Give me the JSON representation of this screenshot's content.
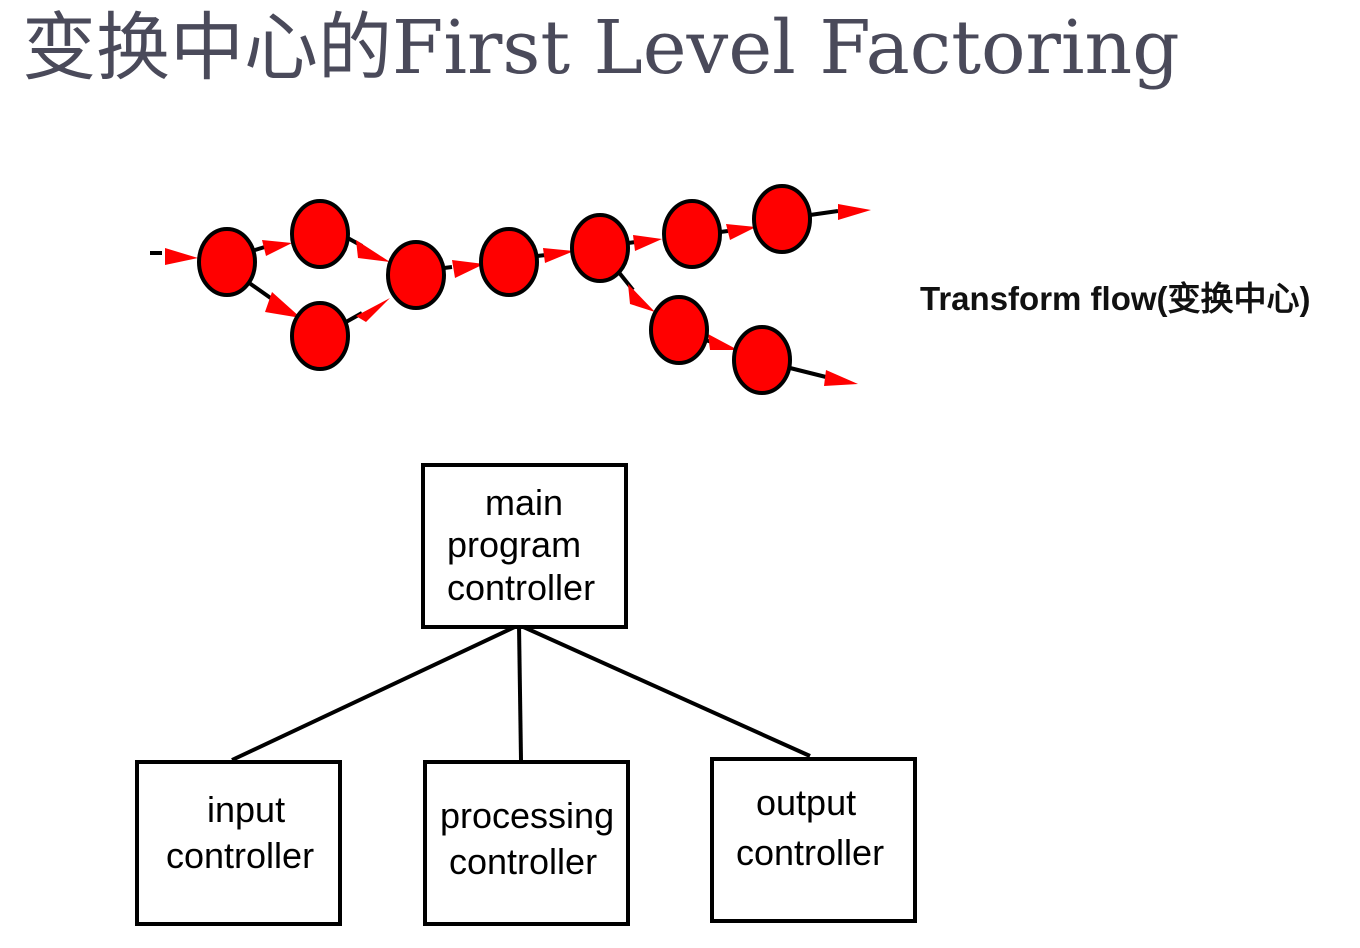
{
  "title": "变换中心的First Level Factoring",
  "transform_label": "Transform flow(变换中心)",
  "boxes": {
    "main": {
      "line1": "main",
      "line2": "program",
      "line3": "controller"
    },
    "input": {
      "line1": "input",
      "line2": "controller"
    },
    "processing": {
      "line1": "processing",
      "line2": "controller"
    },
    "output": {
      "line1": "output",
      "line2": "controller"
    }
  },
  "colors": {
    "node_fill": "#ff0000",
    "arrow": "#ff0000",
    "edge": "#000000",
    "title": "#4a4a5a"
  }
}
